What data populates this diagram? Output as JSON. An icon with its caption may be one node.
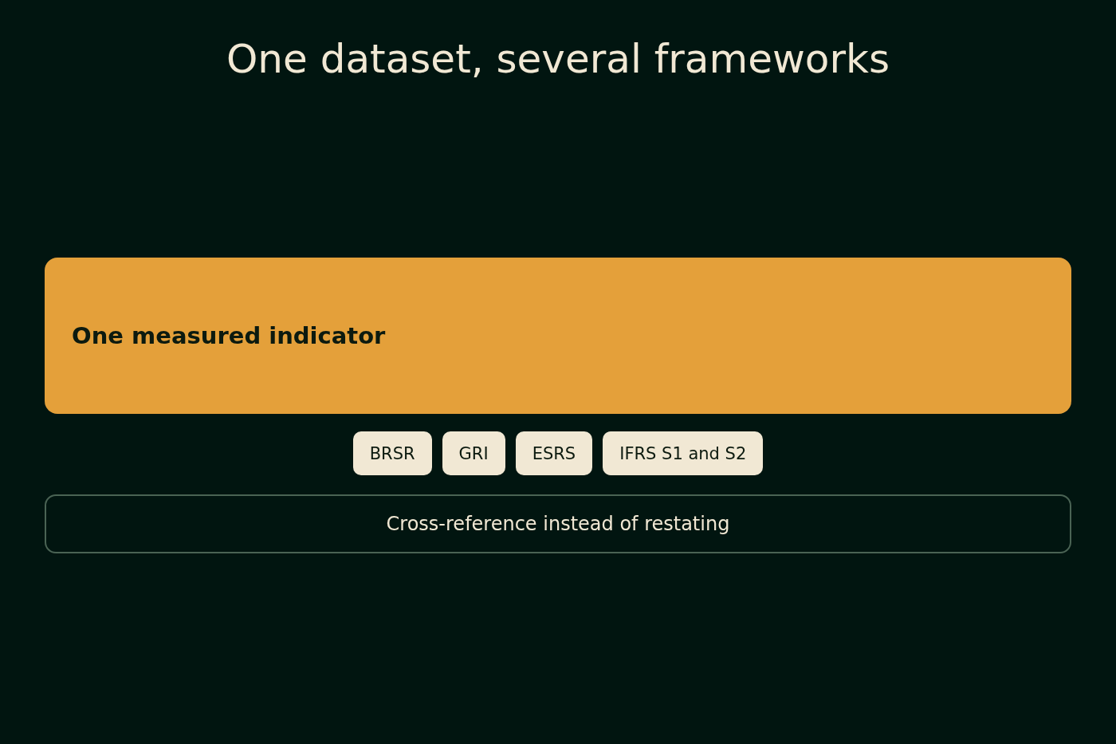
{
  "diagram": {
    "title": "One dataset, several frameworks",
    "nodes": [
      {
        "text": [
          "One measured indicator"
        ]
      },
      {
        "text": [
          "BRSR"
        ]
      },
      {
        "text": [
          "GRI"
        ]
      },
      {
        "text": [
          "ESRS"
        ]
      },
      {
        "text": [
          "IFRS S1 and S2"
        ]
      },
      {
        "text": [
          "Cross-reference instead of restating"
        ]
      }
    ]
  }
}
